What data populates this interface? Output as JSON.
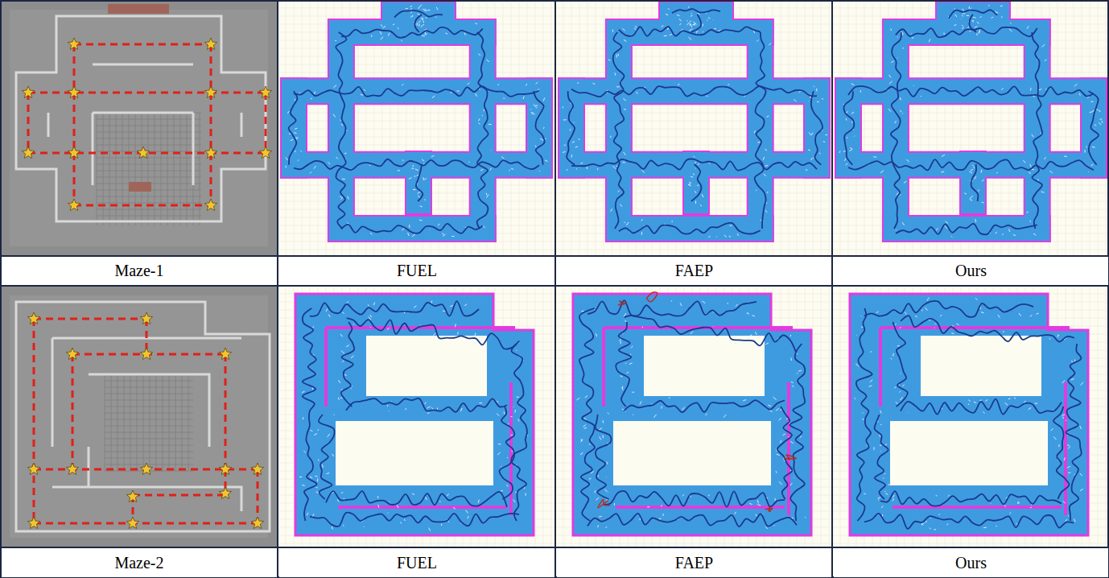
{
  "diagram": {
    "nodes": [
      {
        "text": [
          "Maze-1"
        ]
      },
      {
        "text": [
          "FUEL"
        ]
      },
      {
        "text": [
          "FAEP"
        ]
      },
      {
        "text": [
          "Ours"
        ]
      },
      {
        "text": [
          "Maze-2"
        ]
      },
      {
        "text": [
          "FUEL"
        ]
      },
      {
        "text": [
          "FAEP"
        ]
      },
      {
        "text": [
          "Ours"
        ]
      }
    ]
  }
}
